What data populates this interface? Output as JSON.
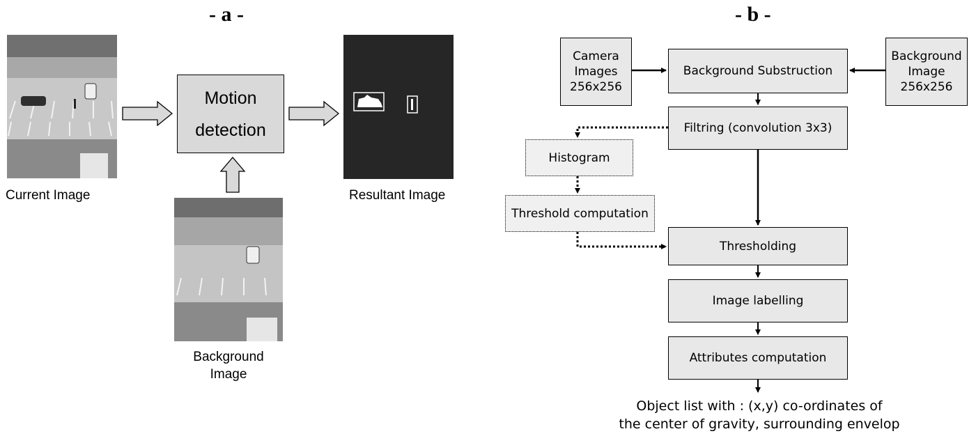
{
  "panel_a": {
    "title": "- a -",
    "current_image_label": "Current Image",
    "motion_detection_label": "Motion\ndetection",
    "background_image_label": "Background\nImage",
    "resultant_image_label": "Resultant Image"
  },
  "panel_b": {
    "title": "- b -",
    "camera_images": "Camera\nImages\n256x256",
    "background_image": "Background\nImage\n256x256",
    "background_substruction": "Background Substruction",
    "filtring": "Filtring (convolution 3x3)",
    "histogram": "Histogram",
    "threshold_computation": "Threshold computation",
    "thresholding": "Thresholding",
    "image_labelling": "Image labelling",
    "attributes_computation": "Attributes computation",
    "output_text": "Object list with : (x,y) co-ordinates of\nthe center of gravity, surrounding envelop"
  },
  "colors": {
    "box_fill": "#e8e8e8",
    "dark_image": "#262626"
  }
}
